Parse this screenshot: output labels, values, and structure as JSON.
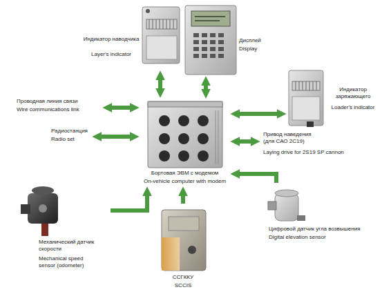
{
  "diagram": {
    "nodes": [
      {
        "text": [
          "Индикатор наводчика",
          "Layer's indicator"
        ]
      },
      {
        "text": [
          "Дисплей",
          "Display"
        ]
      },
      {
        "text": [
          "Индикатор заряжающего",
          "Loader's indicator"
        ]
      },
      {
        "text": [
          "Проводная линия связи",
          "Wire communications link"
        ]
      },
      {
        "text": [
          "Радиостанция",
          "Radio set"
        ]
      },
      {
        "text": [
          "Бортовая ЭВМ с модемом",
          "On-vehicle computer with modem"
        ]
      },
      {
        "text": [
          "Привод наведения (для САО 2С19)",
          "Laying drive for 2S19 SP cannon"
        ]
      },
      {
        "text": [
          "Цифровой датчик угла возвышения",
          "Digital elevation sensor"
        ]
      },
      {
        "text": [
          "Механический датчик скорости",
          "Mechanical speed sensor (odometer)"
        ]
      },
      {
        "text": [
          "ССГККУ",
          "SCCIS"
        ]
      }
    ],
    "edges": [
      {
        "from": 0,
        "to": 5,
        "arrow": "both"
      },
      {
        "from": 1,
        "to": 5,
        "arrow": "both"
      },
      {
        "from": 2,
        "to": 5,
        "arrow": "both"
      },
      {
        "from": 3,
        "to": 5,
        "arrow": "both"
      },
      {
        "from": 4,
        "to": 5,
        "arrow": "both"
      },
      {
        "from": 6,
        "to": 5,
        "arrow": "both"
      },
      {
        "from": 7,
        "to": 5,
        "arrow": "to"
      },
      {
        "from": 9,
        "to": 5,
        "arrow": "to"
      },
      {
        "from": 8,
        "to": 5,
        "arrow": "to"
      }
    ]
  }
}
